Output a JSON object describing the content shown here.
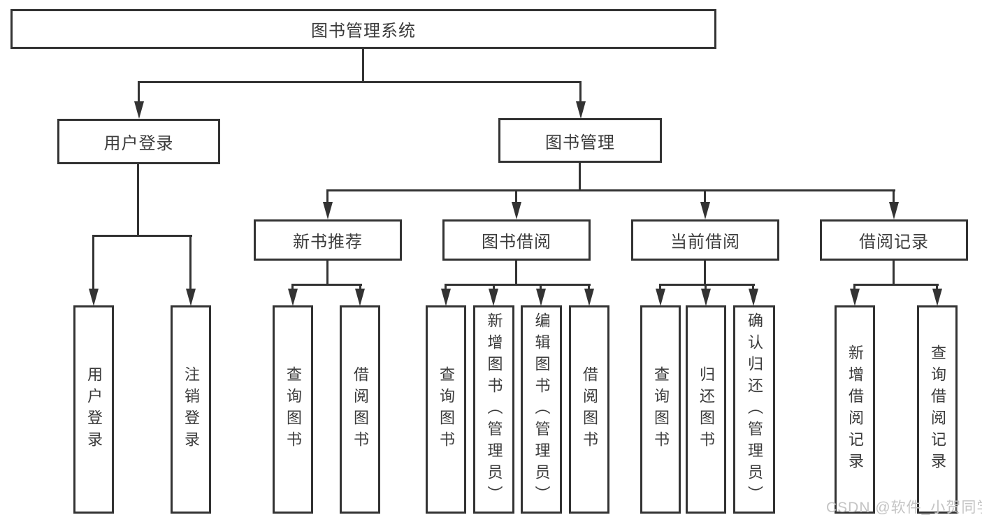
{
  "colors": {
    "line": "#333333",
    "text": "#3b3b3b",
    "watermark": "#c4c4c4",
    "background": "#ffffff"
  },
  "diagram": {
    "nodes": {
      "root": "图书管理系统",
      "user_login": "用户登录",
      "book_mgmt": "图书管理",
      "new_book_rec": "新书推荐",
      "book_borrow": "图书借阅",
      "current_borrow": "当前借阅",
      "borrow_record": "借阅记录",
      "leaf_user_login": "用户登录",
      "leaf_logout": "注销登录",
      "leaf_query_book_a": "查询图书",
      "leaf_borrow_book_a": "借阅图书",
      "leaf_query_book_b": "查询图书",
      "leaf_add_book": "新增图书（管理员）",
      "leaf_edit_book": "编辑图书（管理员）",
      "leaf_borrow_book_b": "借阅图书",
      "leaf_query_book_c": "查询图书",
      "leaf_return_book": "归还图书",
      "leaf_confirm_return": "确认归还（管理员）",
      "leaf_add_record": "新增借阅记录",
      "leaf_query_record": "查询借阅记录"
    }
  },
  "watermark": {
    "text": "CSDN @软件_小贺同学"
  }
}
